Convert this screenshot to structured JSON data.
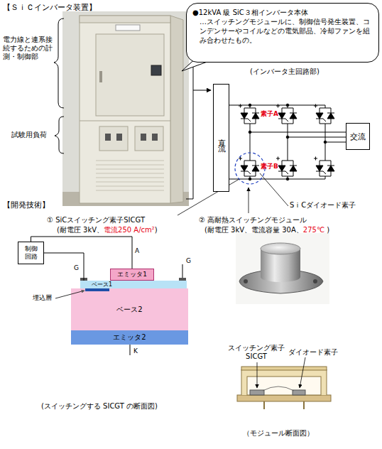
{
  "diagram": {
    "nodes": [
      {
        "text": [
          "●12kVA 級 SiC３相インバータ本体",
          "…スイッチングモジュールに、制御信号発生装置、コンデンサーやコイルなどの電気部品、冷却ファンを組み合わせたもの。"
        ]
      },
      {
        "text": [
          "直流"
        ]
      },
      {
        "text": [
          "交流"
        ]
      },
      {
        "text": [
          "制御回路"
        ]
      },
      {
        "text": [
          "エミッタ1"
        ]
      },
      {
        "text": [
          "ベース1"
        ]
      },
      {
        "text": [
          "ベース2"
        ]
      },
      {
        "text": [
          "エミッタ2"
        ]
      }
    ],
    "edges": [
      {
        "from": 3,
        "to": 4,
        "arrow": "none"
      },
      {
        "from": 3,
        "to": 5,
        "arrow": "none"
      }
    ],
    "labels": [
      "【ＳｉＣインバータ装置】",
      "電力線と連系接続するための計測・制御部",
      "試験用負荷",
      "(インバータ主回路部)",
      "素子A",
      "素子B",
      "SｉCダイオード素子",
      "【開発技術】",
      "① SiCスイッチング素子SICGT",
      "(耐電圧 3kV、",
      "電流250 A/cm²",
      ")",
      "② 高耐熱スイッチングモジュール",
      "(耐電圧 3kV、電流容量 30A、",
      "275℃",
      ")",
      "G",
      "A",
      "G",
      "埋込層",
      "K",
      "(スイッチングする SICGT の断面図)",
      "スイッチング素子 SICGT",
      "ダイオード素子",
      "（モジュール断面図）"
    ]
  }
}
